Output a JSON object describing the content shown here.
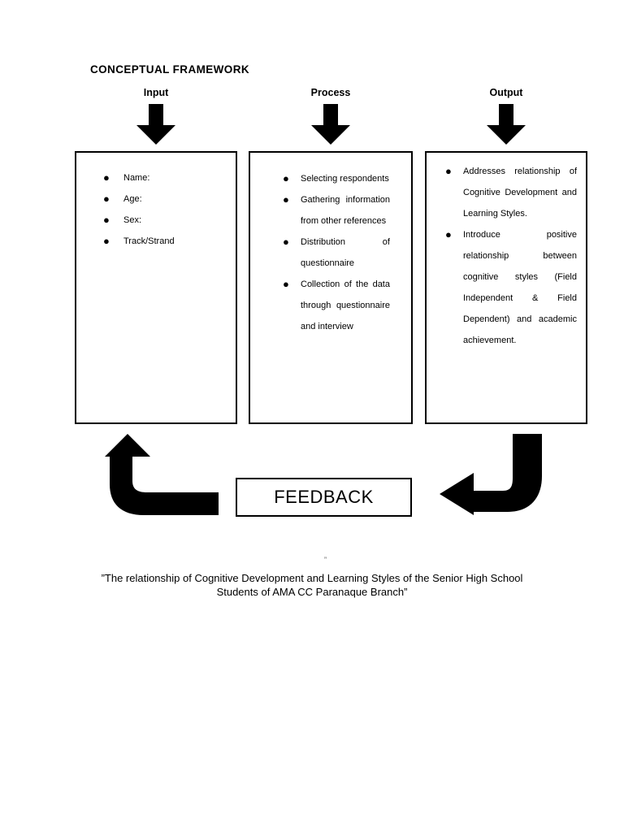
{
  "document": {
    "title": "CONCEPTUAL FRAMEWORK",
    "background_color": "#ffffff",
    "ink_color": "#000000"
  },
  "columns": [
    {
      "header": "Input",
      "arrow_icon": "down-arrow-icon",
      "items": [
        "Name:",
        "Age:",
        "Sex:",
        "Track/Strand"
      ]
    },
    {
      "header": "Process",
      "arrow_icon": "down-arrow-icon",
      "items": [
        "Selecting respondents",
        "Gathering information from other references",
        "Distribution of questionnaire",
        "Collection of the data through questionnaire and interview"
      ]
    },
    {
      "header": "Output",
      "arrow_icon": "down-arrow-icon",
      "items": [
        "Addresses relationship of Cognitive Development and Learning Styles.",
        "Introduce positive relationship between cognitive styles (Field Independent & Field Dependent) and academic achievement."
      ]
    }
  ],
  "feedback": {
    "label": "FEEDBACK",
    "left_arrow_icon": "curved-arrow-up-left-icon",
    "right_arrow_icon": "curved-arrow-down-left-icon"
  },
  "caption": {
    "stray_mark": "”",
    "line1": "”The relationship of Cognitive Development and Learning Styles of the Senior High School",
    "line2": "Students of AMA CC Paranaque Branch”"
  }
}
